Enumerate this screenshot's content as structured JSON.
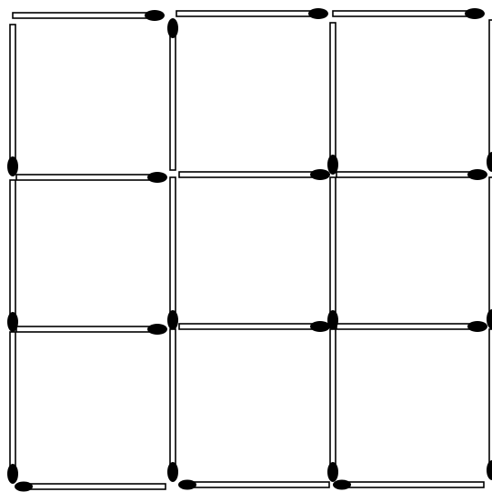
{
  "puzzle": {
    "type": "matchstick-grid",
    "grid_rows": 3,
    "grid_cols": 3,
    "matchstick_count": 24,
    "colors": {
      "background": "#ffffff",
      "stick": "#ffffff",
      "outline": "#000000",
      "head": "#000000"
    }
  }
}
